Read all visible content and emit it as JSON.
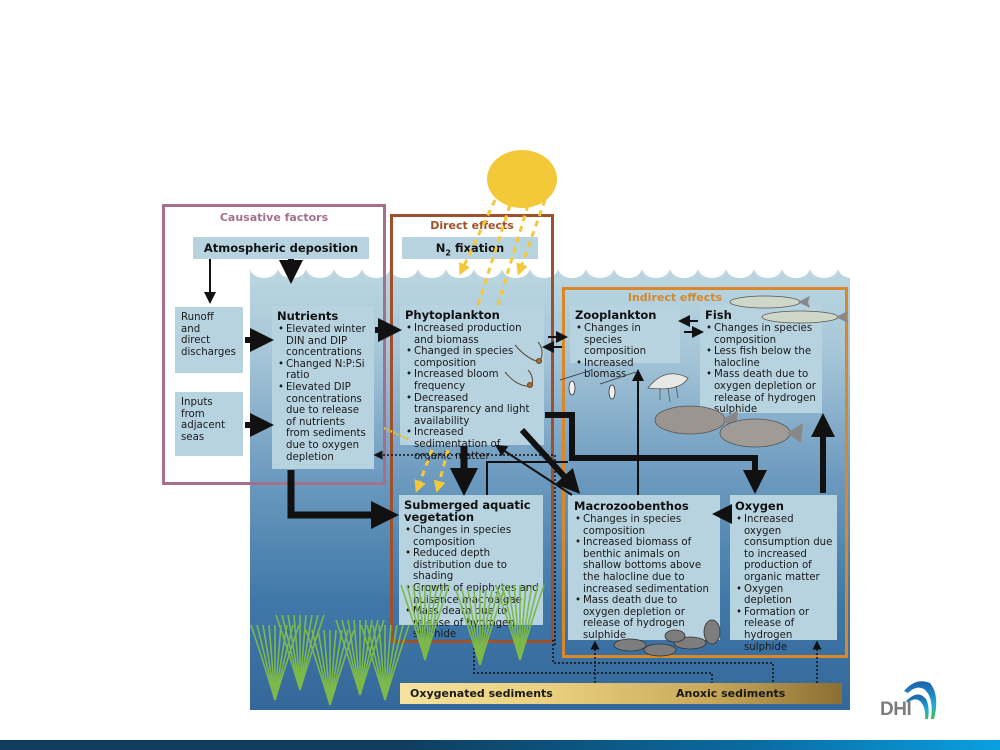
{
  "frames": {
    "causative": {
      "title": "Causative factors",
      "color": "#a5708e"
    },
    "direct": {
      "title": "Direct effects",
      "color": "#a0502c"
    },
    "indirect": {
      "title": "Indirect effects",
      "color": "#d8882a"
    }
  },
  "header_boxes": {
    "atmospheric": "Atmospheric deposition",
    "n2_fixation_prefix": "N",
    "n2_fixation_sub": "2",
    "n2_fixation_suffix": " fixation"
  },
  "sources": {
    "runoff": [
      "Runoff",
      "and",
      "direct",
      "discharges"
    ],
    "inputs": [
      "Inputs",
      "from",
      "adjacent",
      "seas"
    ]
  },
  "boxes": {
    "nutrients": {
      "title": "Nutrients",
      "items": [
        "Elevated winter DIN and DIP concentrations",
        "Changed N:P:Si ratio",
        "Elevated DIP concentrations due to release of nutrients from sediments due to oxygen depletion"
      ]
    },
    "phytoplankton": {
      "title": "Phytoplankton",
      "items": [
        "Increased production and biomass",
        "Changed in species composition",
        "Increased bloom frequency",
        "Decreased transparency and light availability",
        "Increased sedimentation of organic matter"
      ]
    },
    "zooplankton": {
      "title": "Zooplankton",
      "items": [
        "Changes in species composition",
        "Increased biomass"
      ]
    },
    "fish": {
      "title": "Fish",
      "items": [
        "Changes in species composition",
        "Less fish below the halocline",
        "Mass death due to oxygen depletion or release of hydrogen sulphide"
      ]
    },
    "sav": {
      "title": "Submerged aquatic vegetation",
      "items": [
        "Changes in species composition",
        "Reduced depth distribution due to shading",
        "Growth of epiphytes and nuisance macroalgae",
        "Mass death due to release of hydrogen sulphide"
      ]
    },
    "macrozoobenthos": {
      "title": "Macrozoobenthos",
      "items": [
        "Changes in species composition",
        "Increased biomass of benthic animals on shallow bottoms above the halocline due to increased sedimentation",
        "Mass death due to oxygen depletion or release of hydrogen sulphide"
      ]
    },
    "oxygen": {
      "title": "Oxygen",
      "items": [
        "Increased oxygen consumption due to increased production of organic matter",
        "Oxygen depletion",
        "Formation or release of hydrogen sulphide"
      ]
    }
  },
  "sediments": {
    "left": "Oxygenated sediments",
    "right": "Anoxic sediments"
  },
  "logo": {
    "text": "DHI"
  },
  "colors": {
    "sun": "#f3c93a",
    "box": "#b7d3e0",
    "arrow": "#111111",
    "light_ray": "#f3c93a"
  }
}
